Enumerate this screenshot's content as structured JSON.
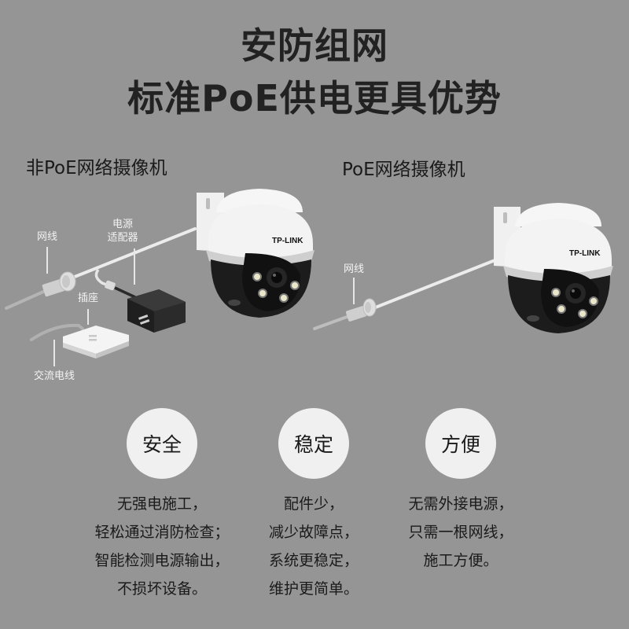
{
  "header": {
    "title_line1": "安防组网",
    "title_line2": "标准PoE供电更具优势"
  },
  "left_panel": {
    "label": "非PoE网络摄像机",
    "callouts": {
      "network_cable": "网线",
      "power_adapter_line1": "电源",
      "power_adapter_line2": "适配器",
      "socket": "插座",
      "ac_cable": "交流电线"
    },
    "camera_brand": "TP-LINK"
  },
  "right_panel": {
    "label": "PoE网络摄像机",
    "callouts": {
      "network_cable": "网线"
    },
    "camera_brand": "TP-LINK"
  },
  "features": [
    {
      "title": "安全",
      "lines": [
        "无强电施工，",
        "轻松通过消防检查；",
        "智能检测电源输出，",
        "不损坏设备。"
      ]
    },
    {
      "title": "稳定",
      "lines": [
        "配件少，",
        "减少故障点，",
        "系统更稳定，",
        "维护更简单。"
      ]
    },
    {
      "title": "方便",
      "lines": [
        "无需外接电源，",
        "只需一根网线，",
        "施工方便。"
      ]
    }
  ],
  "colors": {
    "background": "#959595",
    "text_dark": "#1a1a1a",
    "circle_fill": "#f0f0f0",
    "callout_text": "#f2f2f2"
  }
}
